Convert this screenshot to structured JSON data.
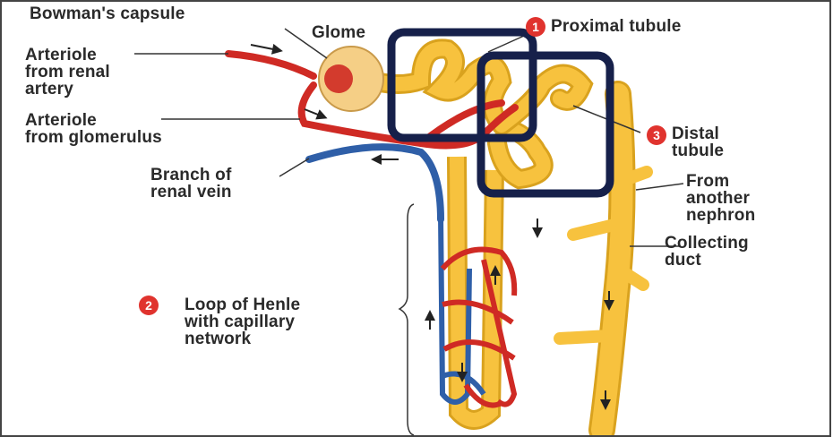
{
  "labels": {
    "bowman": "Bowman's capsule",
    "glomerulus_partial": "Glome",
    "proximal": "Proximal tubule",
    "arteriole_from_artery": "Arteriole\nfrom renal\nartery",
    "arteriole_from_glom": "Arteriole\nfrom glomerulus",
    "distal": "Distal\ntubule",
    "branch_vein": "Branch of\nrenal vein",
    "from_nephron": "From\nanother\nnephron",
    "collecting": "Collecting\nduct",
    "loop": "Loop of Henle\nwith capillary\nnetwork"
  },
  "badges": {
    "proximal": "1",
    "loop": "2",
    "distal": "3"
  },
  "colors": {
    "tubule": "#f7c23e",
    "tubule_edge": "#d9a21e",
    "capsule": "#f5cf86",
    "artery": "#cf2a24",
    "vein": "#2f5fa8",
    "highlight_box": "#16204a",
    "badge": "#e0332e"
  }
}
